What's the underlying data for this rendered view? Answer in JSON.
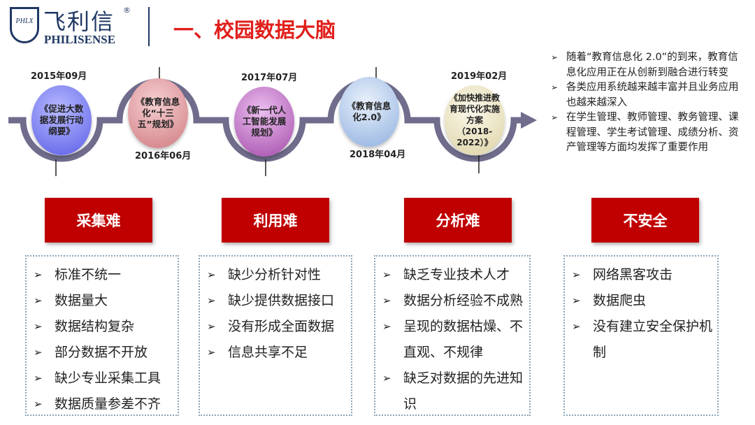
{
  "logo": {
    "shield_text": "PHLX",
    "name_cn": "飞利信",
    "registered": "®",
    "name_en": "PHILISENSE"
  },
  "title": "一、校园数据大脑",
  "timeline": [
    {
      "date": "2015年09月",
      "label": "《促进大数据发展行动纲要》",
      "color": "#7a7cf0"
    },
    {
      "date": "2016年06月",
      "label": "《教育信息化“十三五”规划》",
      "color": "#d98c90"
    },
    {
      "date": "2017年07月",
      "label": "《新一代人工智能发展规划》",
      "color": "#b45cba"
    },
    {
      "date": "2018年04月",
      "label": "《教育信息化2.0》",
      "color": "#a4c0e8"
    },
    {
      "date": "2019年02月",
      "label": "《加快推进教育现代化实施方案（2018-2022）》",
      "color": "#ede6c4"
    }
  ],
  "info": [
    "随着“教育信息化 2.0”的到来，教育信息化应用正在从创新到融合进行转变",
    "各类应用系统越来越丰富并且业务应用也越来越深入",
    "在学生管理、教师管理、教务管理、课程管理、学生考试管理、成绩分析、资产管理等方面均发挥了重要作用"
  ],
  "categories": [
    {
      "title": "采集难",
      "items": [
        "标准不统一",
        "数据量大",
        "数据结构复杂",
        "部分数据不开放",
        "缺少专业采集工具",
        "数据质量参差不齐"
      ]
    },
    {
      "title": "利用难",
      "items": [
        "缺少分析针对性",
        "缺少提供数据接口",
        "没有形成全面数据",
        "信息共享不足"
      ]
    },
    {
      "title": "分析难",
      "items": [
        "缺乏专业技术人才",
        "数据分析经验不成熟",
        "呈现的数据枯燥、不直观、不规律",
        "缺乏对数据的先进知识"
      ]
    },
    {
      "title": "不安全",
      "items": [
        "网络黑客攻击",
        "数据爬虫",
        "没有建立安全保护机制"
      ]
    }
  ]
}
